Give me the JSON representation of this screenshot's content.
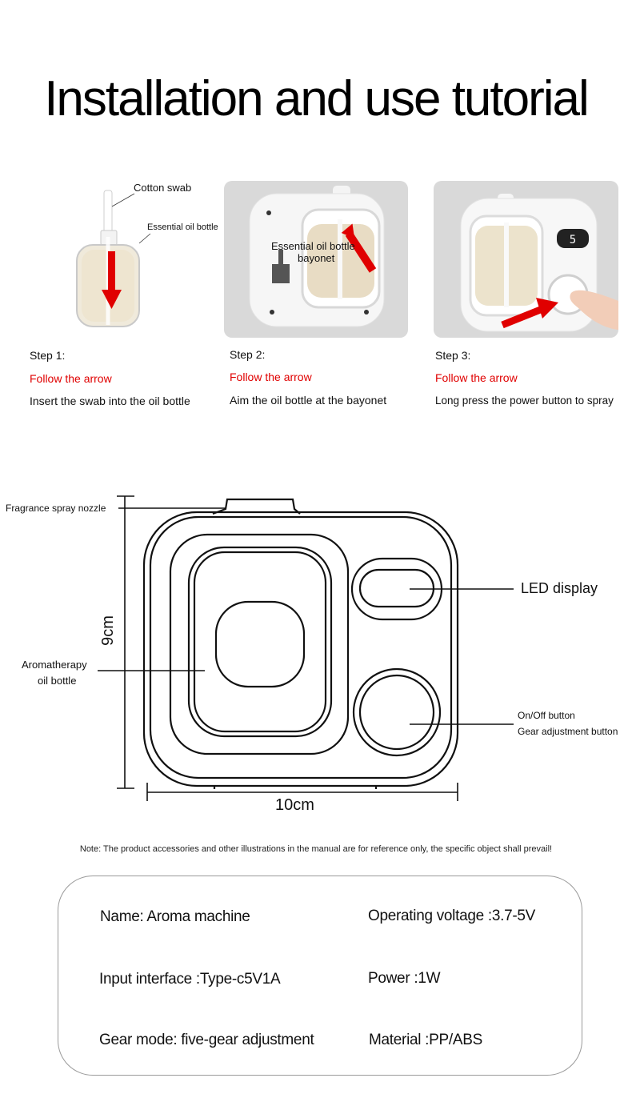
{
  "title": "Installation and use tutorial",
  "steps": [
    {
      "step": "Step 1:",
      "instruction": "Follow the arrow",
      "description": "Insert the swab into the oil bottle",
      "callouts": [
        "Cotton swab",
        "Essential oil bottle"
      ]
    },
    {
      "step": "Step 2:",
      "instruction": "Follow the arrow",
      "description": "Aim the oil bottle at the bayonet",
      "callouts": [
        "Essential oil bottle",
        "bayonet"
      ]
    },
    {
      "step": "Step 3:",
      "instruction": "Follow the arrow",
      "description": "Long press the power button to spray",
      "display_digit": "5"
    }
  ],
  "diagram": {
    "nozzle_label": "Fragrance spray nozzle",
    "bottle_label_line1": "Aromatherapy",
    "bottle_label_line2": "oil bottle",
    "led_label": "LED display",
    "button_label_line1": "On/Off button",
    "button_label_line2": "Gear adjustment button",
    "height": "9cm",
    "width": "10cm"
  },
  "note": "Note: The product accessories and other illustrations in the manual are for reference only, the specific object shall prevail!",
  "specs": {
    "name": "Name: Aroma machine",
    "voltage": "Operating voltage :3.7-5V",
    "interface": "Input interface :Type-c5V1A",
    "power": "Power :1W",
    "gear": "Gear mode: five-gear adjustment",
    "material": "Material :PP/ABS"
  },
  "colors": {
    "accent_red": "#e00000",
    "panel_gray": "#d9d9d9"
  }
}
